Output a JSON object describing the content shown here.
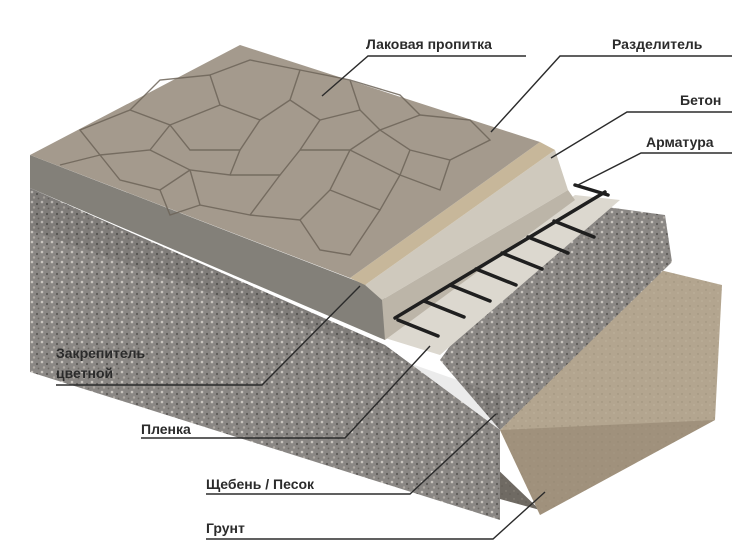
{
  "labels": {
    "lacquer": "Лаковая пропитка",
    "separator": "Разделитель",
    "concrete": "Бетон",
    "rebar": "Арматура",
    "color_hardener_line1": "Закрепитель",
    "color_hardener_line2": "цветной",
    "film": "Пленка",
    "gravel_sand": "Щебень / Песок",
    "soil": "Грунт"
  },
  "colors": {
    "stone_surface": "#a49a8d",
    "stone_joint": "#6d6459",
    "concrete_face": "#838079",
    "concrete_top": "#cfc9bd",
    "separator": "#c7b79a",
    "film": "#dcd8cf",
    "gravel": "#8a8784",
    "soil": "#6f6a63",
    "soil_top": "#b3a58f",
    "rebar": "#1f1f1f",
    "leader_line": "#2b2b2b",
    "label_text": "#2b2b2b"
  }
}
